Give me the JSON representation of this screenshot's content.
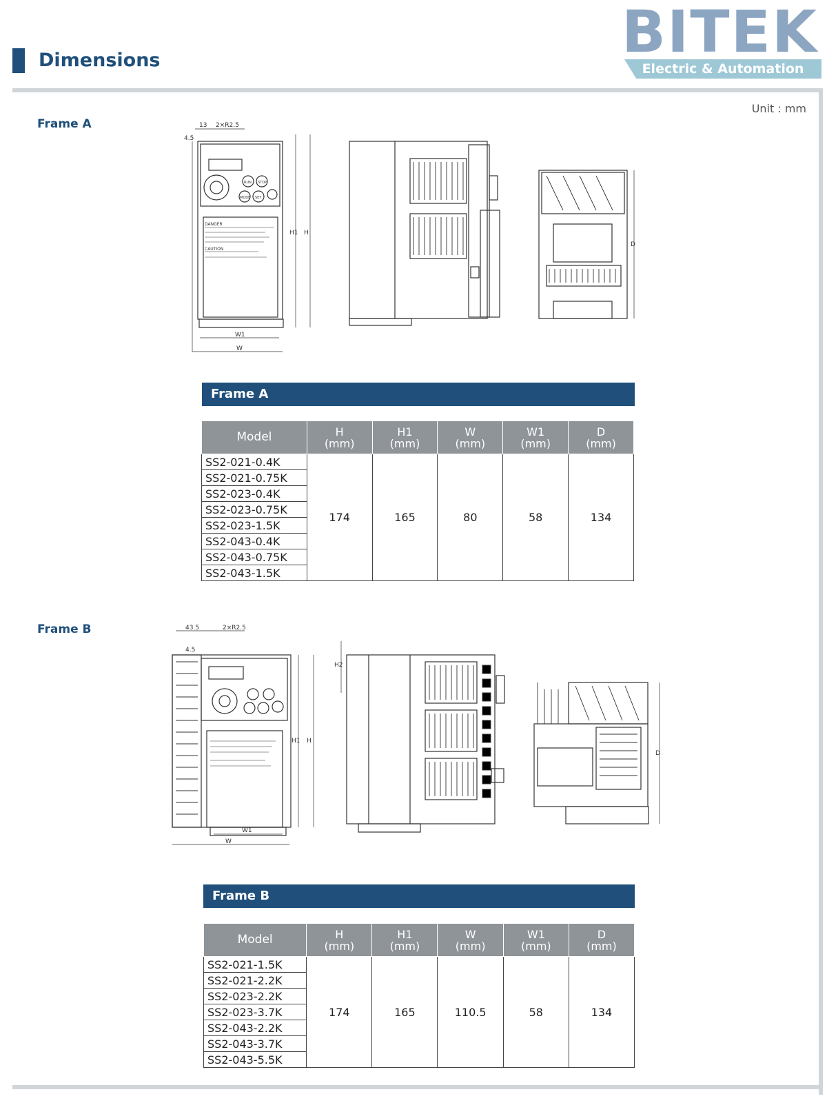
{
  "header": {
    "title": "Dimensions"
  },
  "logo": {
    "wordmark": "BITEK",
    "tagline": "Electric & Automation"
  },
  "unit_note": "Unit : mm",
  "frame_a": {
    "label": "Frame A",
    "band_title": "Frame A",
    "drawing_labels": {
      "top_dim1": "13",
      "top_dim2": "2×R2.5",
      "left_dim": "4.5",
      "h1": "H1",
      "h": "H",
      "w1": "W1",
      "w": "W",
      "d": "D"
    },
    "panel_text": {
      "danger": "DANGER",
      "caution": "CAUTION",
      "run": "RUN",
      "stop": "STOP",
      "mode": "MODE",
      "set": "SET"
    },
    "table": {
      "headers": [
        {
          "line1": "Model",
          "line2": ""
        },
        {
          "line1": "H",
          "line2": "(mm)"
        },
        {
          "line1": "H1",
          "line2": "(mm)"
        },
        {
          "line1": "W",
          "line2": "(mm)"
        },
        {
          "line1": "W1",
          "line2": "(mm)"
        },
        {
          "line1": "D",
          "line2": "(mm)"
        }
      ],
      "models": [
        "SS2-021-0.4K",
        "SS2-021-0.75K",
        "SS2-023-0.4K",
        "SS2-023-0.75K",
        "SS2-023-1.5K",
        "SS2-043-0.4K",
        "SS2-043-0.75K",
        "SS2-043-1.5K"
      ],
      "values": {
        "H": "174",
        "H1": "165",
        "W": "80",
        "W1": "58",
        "D": "134"
      }
    }
  },
  "frame_b": {
    "label": "Frame B",
    "band_title": "Frame B",
    "drawing_labels": {
      "top_dim1": "43.5",
      "top_dim2": "2×R2.5",
      "left_dim": "4.5",
      "h1": "H1",
      "h": "H",
      "h2": "H2",
      "w1": "W1",
      "w": "W",
      "d": "D"
    },
    "table": {
      "headers": [
        {
          "line1": "Model",
          "line2": ""
        },
        {
          "line1": "H",
          "line2": "(mm)"
        },
        {
          "line1": "H1",
          "line2": "(mm)"
        },
        {
          "line1": "W",
          "line2": "(mm)"
        },
        {
          "line1": "W1",
          "line2": "(mm)"
        },
        {
          "line1": "D",
          "line2": "(mm)"
        }
      ],
      "models": [
        "SS2-021-1.5K",
        "SS2-021-2.2K",
        "SS2-023-2.2K",
        "SS2-023-3.7K",
        "SS2-043-2.2K",
        "SS2-043-3.7K",
        "SS2-043-5.5K"
      ],
      "values": {
        "H": "174",
        "H1": "165",
        "W": "110.5",
        "W1": "58",
        "D": "134"
      }
    }
  }
}
